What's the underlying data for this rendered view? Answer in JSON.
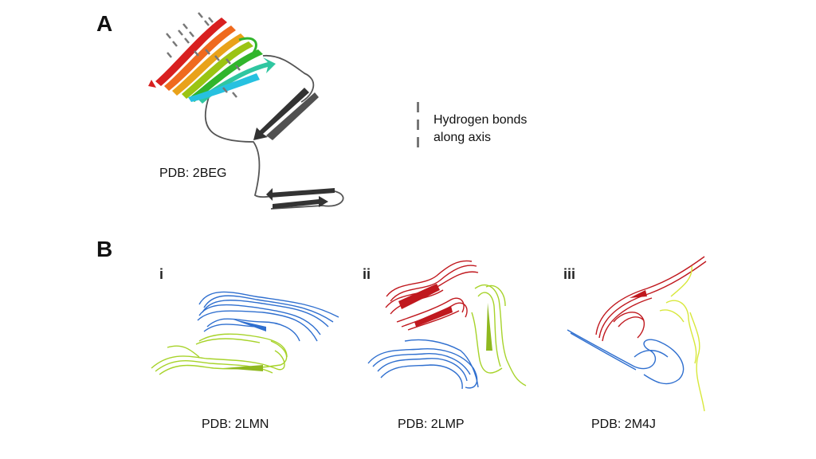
{
  "panel_a": {
    "letter": "A",
    "pdb_label": "PDB: 2BEG",
    "strand_colors": [
      "#d81f1f",
      "#ef6a1e",
      "#e9a21a",
      "#9bc413",
      "#31b52c",
      "#2fc6a0",
      "#27c1e0"
    ],
    "loop_color": "#333333",
    "hbond_color": "#777777"
  },
  "legend": {
    "line1": "Hydrogen bonds",
    "line2": "along axis"
  },
  "panel_b": {
    "letter": "B",
    "subpanels": [
      {
        "roman": "i",
        "pdb_label": "PDB: 2LMN",
        "colors": [
          "#2f6fcf",
          "#a7d32a"
        ]
      },
      {
        "roman": "ii",
        "pdb_label": "PDB: 2LMP",
        "colors": [
          "#c0181e",
          "#2f6fcf",
          "#a7d32a"
        ]
      },
      {
        "roman": "iii",
        "pdb_label": "PDB: 2M4J",
        "colors": [
          "#c0181e",
          "#2f6fcf",
          "#d8e83c"
        ]
      }
    ]
  }
}
